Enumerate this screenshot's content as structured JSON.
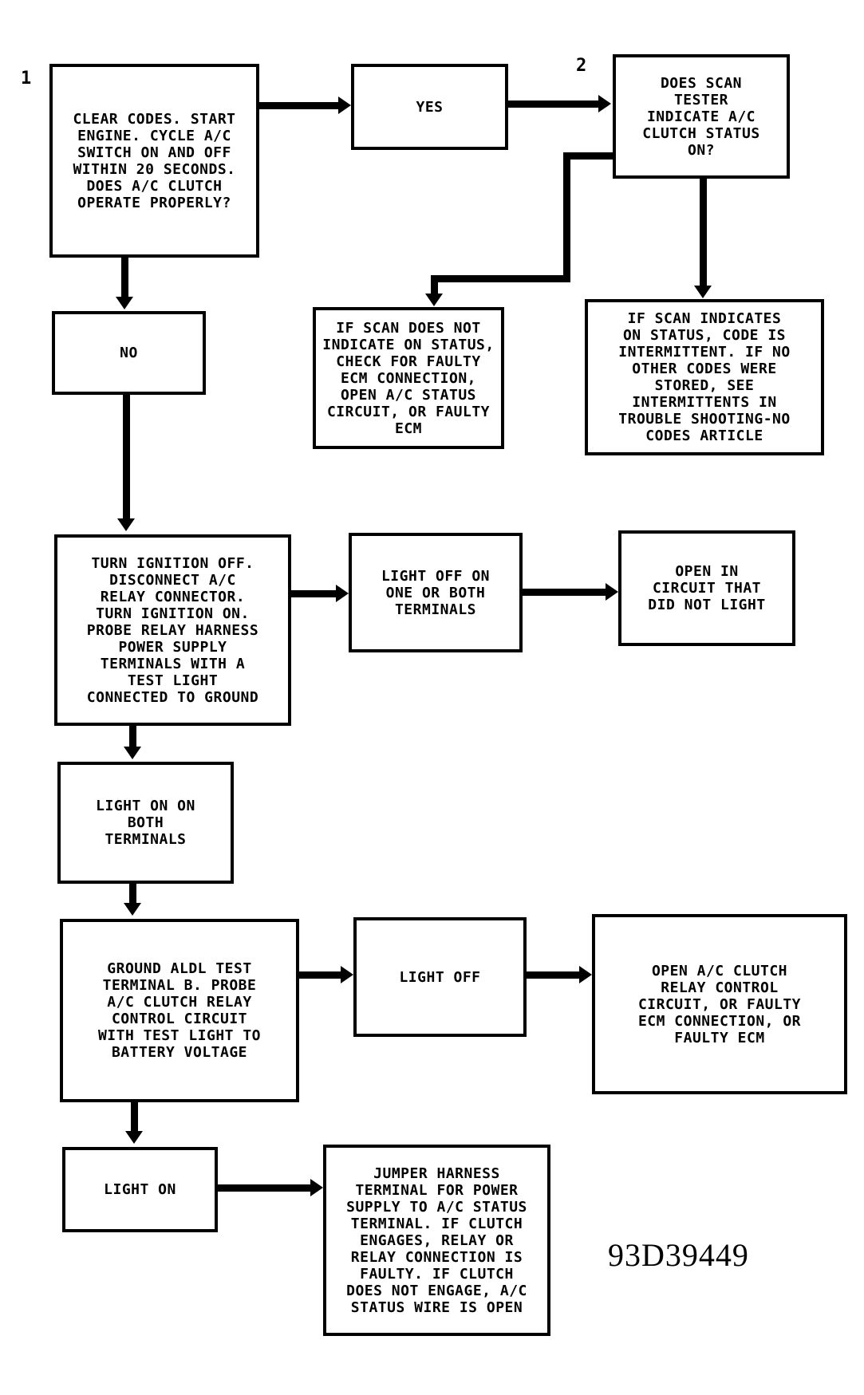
{
  "diagram": {
    "step_labels": {
      "s1": "1",
      "s2": "2"
    },
    "figure_number": "93D39449",
    "boxes": {
      "clear_codes": "CLEAR CODES. START\nENGINE. CYCLE A/C\nSWITCH ON AND OFF\nWITHIN 20 SECONDS.\nDOES A/C CLUTCH\nOPERATE PROPERLY?",
      "yes": "YES",
      "scan_tester": "DOES SCAN\nTESTER\nINDICATE A/C\nCLUTCH STATUS\nON?",
      "scan_not_on": "IF SCAN DOES NOT\nINDICATE ON STATUS,\nCHECK FOR FAULTY\nECM CONNECTION,\nOPEN A/C STATUS\nCIRCUIT, OR FAULTY\nECM",
      "scan_on": "IF SCAN INDICATES\nON STATUS, CODE IS\nINTERMITTENT. IF NO\nOTHER CODES WERE\nSTORED, SEE\nINTERMITTENTS IN\nTROUBLE SHOOTING-NO\nCODES ARTICLE",
      "no": "NO",
      "turn_ignition": "TURN IGNITION OFF.\nDISCONNECT A/C\nRELAY CONNECTOR.\nTURN IGNITION ON.\nPROBE RELAY HARNESS\nPOWER SUPPLY\nTERMINALS WITH A\nTEST LIGHT\nCONNECTED TO GROUND",
      "light_off_one_both": "LIGHT OFF ON\nONE OR BOTH\nTERMINALS",
      "open_circuit": "OPEN IN\nCIRCUIT THAT\nDID NOT LIGHT",
      "light_on_both": "LIGHT ON ON\nBOTH\nTERMINALS",
      "ground_aldl": "GROUND ALDL TEST\nTERMINAL B. PROBE\nA/C CLUTCH RELAY\nCONTROL CIRCUIT\nWITH TEST LIGHT TO\nBATTERY VOLTAGE",
      "light_off": "LIGHT OFF",
      "open_relay": "OPEN A/C CLUTCH\nRELAY CONTROL\nCIRCUIT, OR FAULTY\nECM CONNECTION, OR\nFAULTY ECM",
      "light_on": "LIGHT ON",
      "jumper": "JUMPER HARNESS\nTERMINAL FOR POWER\nSUPPLY TO A/C STATUS\nTERMINAL. IF CLUTCH\nENGAGES, RELAY OR\nRELAY CONNECTION IS\nFAULTY. IF CLUTCH\nDOES NOT ENGAGE, A/C\nSTATUS WIRE IS OPEN",
      "colors": {
        "ink": "#000000",
        "paper": "#ffffff"
      }
    },
    "edges": [
      "clear_codes -> yes -> scan_tester",
      "scan_tester (left) -> scan_not_on",
      "scan_tester (bottom) -> scan_on",
      "clear_codes -> no -> turn_ignition",
      "turn_ignition -> light_off_one_both -> open_circuit",
      "turn_ignition -> light_on_both -> ground_aldl",
      "ground_aldl -> light_off -> open_relay",
      "ground_aldl -> light_on -> jumper"
    ]
  }
}
